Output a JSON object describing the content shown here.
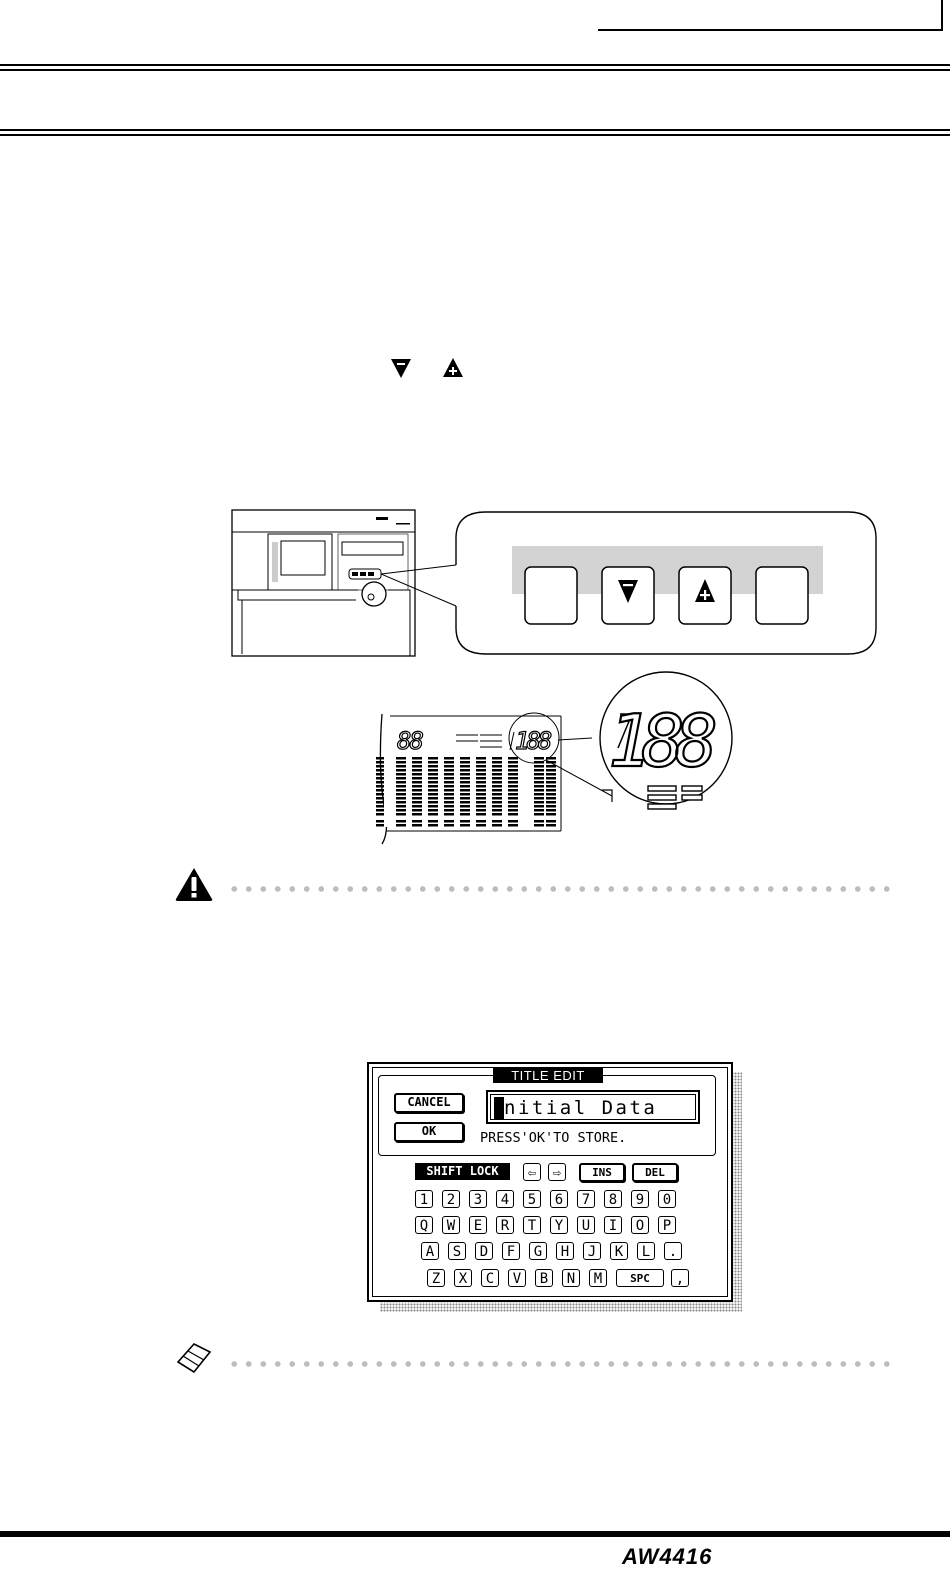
{
  "page": {
    "title_screen": {
      "header": "TITLE EDIT",
      "cancel_label": "CANCEL",
      "ok_label": "OK",
      "name_cursor_char": "I",
      "name_value": "nitial Data",
      "hint": "PRESS'OK'TO STORE.",
      "shift_lock_label": "SHIFT LOCK",
      "ins_label": "INS",
      "del_label": "DEL",
      "row1": [
        "1",
        "2",
        "3",
        "4",
        "5",
        "6",
        "7",
        "8",
        "9",
        "0"
      ],
      "row2": [
        "Q",
        "W",
        "E",
        "R",
        "T",
        "Y",
        "U",
        "I",
        "O",
        "P"
      ],
      "row3": [
        "A",
        "S",
        "D",
        "F",
        "G",
        "H",
        "J",
        "K",
        "L",
        "."
      ],
      "row4": [
        "Z",
        "X",
        "C",
        "V",
        "B",
        "N",
        "M",
        "SPC",
        ","
      ]
    },
    "display": {
      "left_digits": "88",
      "right_digits": "188",
      "zoom_digits": "188"
    },
    "footer": {
      "logo": "AW4416"
    },
    "icons": {
      "minus_arrow": "down-triangle-minus-icon",
      "plus_arrow": "up-triangle-plus-icon",
      "warning": "warning-triangle-icon",
      "note": "pencil-note-icon"
    }
  }
}
